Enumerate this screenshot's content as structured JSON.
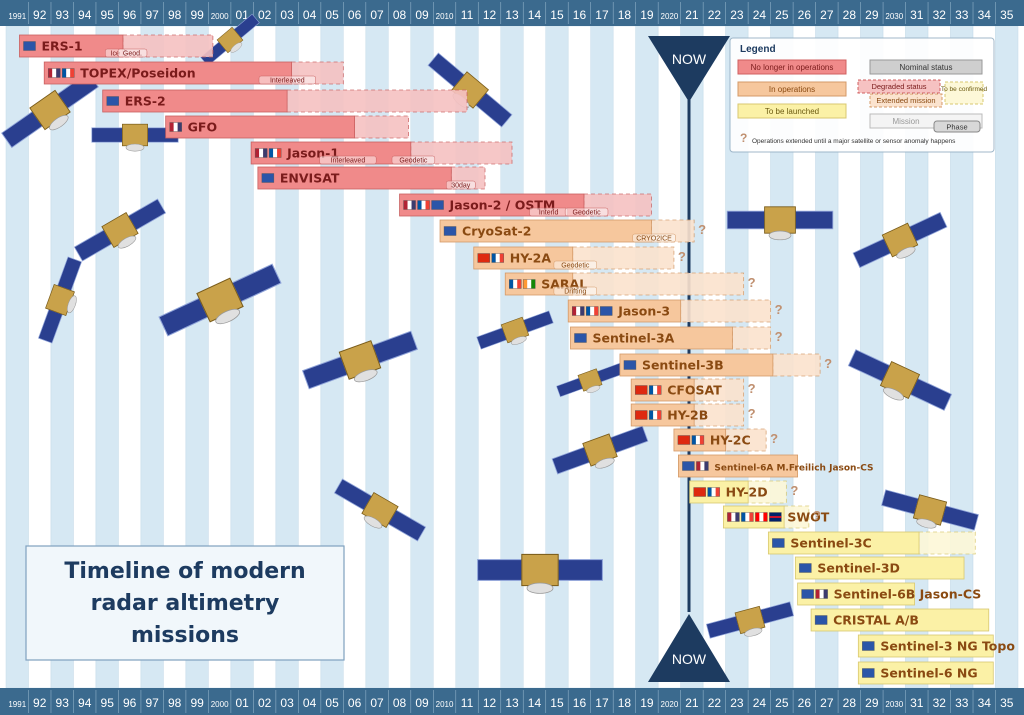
{
  "title": {
    "line1": "Timeline of modern",
    "line2": "radar altimetry",
    "line3": "missions"
  },
  "now_label": "NOW",
  "colors": {
    "stripe_a": "#ffffff",
    "stripe_b": "#d6e8f3",
    "year_strip": "#3b6a8e",
    "now_marker": "#1d3b60",
    "past": "#f08a8a",
    "past_light": "#f6c2c2",
    "operating": "#f6c79d",
    "operating_light": "#fbe3ce",
    "future": "#fbf1a6",
    "future_light": "#fdf8d8",
    "label_dark": "#7a1b1b",
    "label_brown": "#8a4a12",
    "icon_eu": "#2b55a8"
  },
  "legend": {
    "title": "Legend",
    "no_longer": "No longer in operations",
    "in_operations": "In operations",
    "to_be_launched": "To be launched",
    "nominal": "Nominal status",
    "degraded": "Degraded status",
    "extended": "Extended mission",
    "to_be_confirmed": "To be confirmed",
    "mission": "Mission",
    "phase": "Phase",
    "note": "Operations extended until a major satellite or sensor anomaly happens"
  },
  "chart_data": {
    "type": "gantt",
    "x_axis": {
      "range": [
        1991,
        2035
      ],
      "tick_labels": [
        "1991",
        "92",
        "93",
        "94",
        "95",
        "96",
        "97",
        "98",
        "99",
        "2000",
        "01",
        "02",
        "03",
        "04",
        "05",
        "06",
        "07",
        "08",
        "09",
        "2010",
        "11",
        "12",
        "13",
        "14",
        "15",
        "16",
        "17",
        "18",
        "19",
        "2020",
        "21",
        "22",
        "23",
        "24",
        "25",
        "26",
        "27",
        "28",
        "29",
        "2030",
        "31",
        "32",
        "33",
        "34",
        "35"
      ]
    },
    "now_year": 2021,
    "missions": [
      {
        "name": "ERS-1",
        "flags": [
          "eu"
        ],
        "status": "past",
        "start": 1991.6,
        "end": 1996.2,
        "ext_end": 2000.2,
        "phases": [
          "Ice",
          "Geod."
        ]
      },
      {
        "name": "TOPEX/Poseidon",
        "flags": [
          "us",
          "fr"
        ],
        "status": "past",
        "start": 1992.7,
        "end": 2003.7,
        "ext_end": 2006,
        "phases": [
          "Interleaved"
        ]
      },
      {
        "name": "ERS-2",
        "flags": [
          "eu"
        ],
        "status": "past",
        "start": 1995.3,
        "end": 2003.5,
        "ext_end": 2011.5,
        "phases": []
      },
      {
        "name": "GFO",
        "flags": [
          "us"
        ],
        "status": "past",
        "start": 1998.1,
        "end": 2006.5,
        "ext_end": 2008.9,
        "phases": []
      },
      {
        "name": "Jason-1",
        "flags": [
          "us",
          "fr"
        ],
        "status": "past",
        "start": 2001.9,
        "end": 2009,
        "ext_end": 2013.5,
        "phases": [
          "Interleaved",
          "Geodetic"
        ]
      },
      {
        "name": "ENVISAT",
        "flags": [
          "eu"
        ],
        "status": "past",
        "start": 2002.2,
        "end": 2010.8,
        "ext_end": 2012.3,
        "phases": [
          "30day"
        ]
      },
      {
        "name": "Jason-2 / OSTM",
        "flags": [
          "us",
          "fr",
          "eu"
        ],
        "status": "past",
        "start": 2008.5,
        "end": 2016.7,
        "ext_end": 2019.7,
        "phases": [
          "Interld",
          "Geodetic"
        ]
      },
      {
        "name": "CryoSat-2",
        "flags": [
          "eu"
        ],
        "status": "operating",
        "start": 2010.3,
        "end": 2019.7,
        "ext_end": 2021.6,
        "phases": [
          "CRYO2ICE"
        ],
        "extended_until_anomaly": true
      },
      {
        "name": "HY-2A",
        "flags": [
          "cn",
          "fr"
        ],
        "status": "operating",
        "start": 2011.8,
        "end": 2016.2,
        "ext_end": 2020.7,
        "phases": [
          "Geodetic"
        ],
        "extended_until_anomaly": true
      },
      {
        "name": "SARAL",
        "flags": [
          "fr",
          "in"
        ],
        "status": "operating",
        "start": 2013.2,
        "end": 2016.2,
        "ext_end": 2023.8,
        "phases": [
          "Drifting"
        ],
        "extended_until_anomaly": true
      },
      {
        "name": "Jason-3",
        "flags": [
          "us",
          "fr",
          "eu"
        ],
        "status": "operating",
        "start": 2016,
        "end": 2021,
        "ext_end": 2025,
        "phases": [],
        "extended_until_anomaly": true
      },
      {
        "name": "Sentinel-3A",
        "flags": [
          "eu"
        ],
        "status": "operating",
        "start": 2016.1,
        "end": 2023.3,
        "ext_end": 2025,
        "phases": [],
        "extended_until_anomaly": true
      },
      {
        "name": "Sentinel-3B",
        "flags": [
          "eu"
        ],
        "status": "operating",
        "start": 2018.3,
        "end": 2025.1,
        "ext_end": 2027.2,
        "phases": [],
        "extended_until_anomaly": true
      },
      {
        "name": "CFOSAT",
        "flags": [
          "cn",
          "fr"
        ],
        "status": "operating",
        "start": 2018.8,
        "end": 2021.6,
        "ext_end": 2023.8,
        "phases": [],
        "extended_until_anomaly": true
      },
      {
        "name": "HY-2B",
        "flags": [
          "cn",
          "fr"
        ],
        "status": "operating",
        "start": 2018.8,
        "end": 2021.6,
        "ext_end": 2023.8,
        "phases": [],
        "extended_until_anomaly": true
      },
      {
        "name": "HY-2C",
        "flags": [
          "cn",
          "fr"
        ],
        "status": "operating",
        "start": 2020.7,
        "end": 2023,
        "ext_end": 2024.8,
        "phases": [],
        "extended_until_anomaly": true
      },
      {
        "name": "Sentinel-6A M.Freilich Jason-CS",
        "flags": [
          "eu",
          "us"
        ],
        "status": "operating",
        "start": 2020.9,
        "end": 2026.2,
        "ext_end": 2026.2,
        "phases": []
      },
      {
        "name": "HY-2D",
        "flags": [
          "cn",
          "fr"
        ],
        "status": "future",
        "start": 2021.4,
        "end": 2024,
        "ext_end": 2025.7,
        "phases": [],
        "extended_until_anomaly": true
      },
      {
        "name": "SWOT",
        "flags": [
          "us",
          "fr",
          "ca",
          "uk"
        ],
        "status": "future",
        "start": 2022.9,
        "end": 2025.6,
        "ext_end": 2026.7,
        "phases": [],
        "extended_until_anomaly": true
      },
      {
        "name": "Sentinel-3C",
        "flags": [
          "eu"
        ],
        "status": "future",
        "start": 2024.9,
        "end": 2031.6,
        "ext_end": 2034.1,
        "phases": []
      },
      {
        "name": "Sentinel-3D",
        "flags": [
          "eu"
        ],
        "status": "future",
        "start": 2026.1,
        "end": 2033.6,
        "ext_end": 2033.6,
        "phases": []
      },
      {
        "name": "Sentinel-6B Jason-CS",
        "flags": [
          "eu",
          "us"
        ],
        "status": "future",
        "start": 2026.2,
        "end": 2031.4,
        "ext_end": 2031.4,
        "phases": []
      },
      {
        "name": "CRISTAL A/B",
        "flags": [
          "eu"
        ],
        "status": "future",
        "start": 2026.8,
        "end": 2034.7,
        "ext_end": 2034.7,
        "phases": []
      },
      {
        "name": "Sentinel-3 NG Topo",
        "flags": [
          "eu"
        ],
        "status": "future",
        "start": 2028.9,
        "end": 2034.9,
        "ext_end": 2034.9,
        "phases": []
      },
      {
        "name": "Sentinel-6 NG",
        "flags": [
          "eu"
        ],
        "status": "future",
        "start": 2028.9,
        "end": 2034.9,
        "ext_end": 2034.9,
        "phases": []
      }
    ]
  }
}
